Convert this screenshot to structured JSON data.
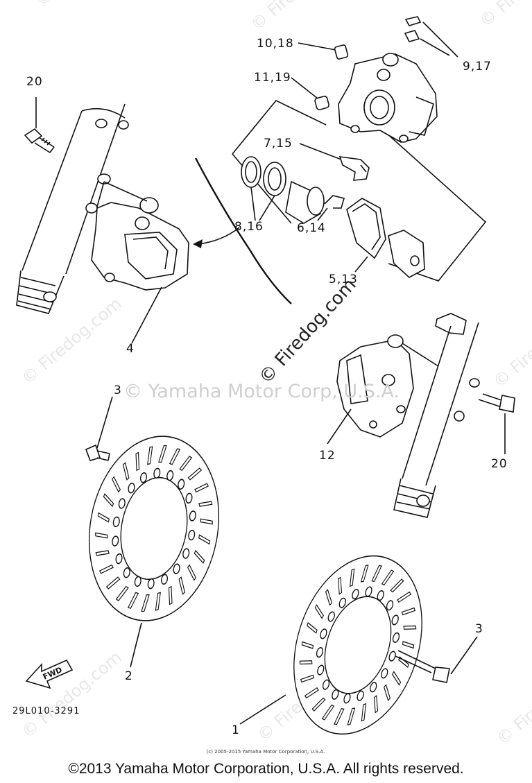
{
  "callouts": {
    "c1": "1",
    "c2": "2",
    "c3a": "3",
    "c3b": "3",
    "c4": "4",
    "c5_13": "5,13",
    "c6_14": "6,14",
    "c7_15": "7,15",
    "c8_16": "8,16",
    "c9_17": "9,17",
    "c10_18": "10,18",
    "c11_19": "11,19",
    "c12": "12",
    "c20a": "20",
    "c20b": "20"
  },
  "fwd_label": "FWD",
  "diagram_code": "29L010-3291",
  "watermarks": {
    "site": "© Firedog.com",
    "corp": "© Yamaha Motor Corp, U.S.A."
  },
  "small_credit": "(c) 2005-2015 Yamaha Motor Corporation, U.S.A.",
  "copyright": "©2013 Yamaha Motor Corporation, U.S.A. All rights reserved."
}
